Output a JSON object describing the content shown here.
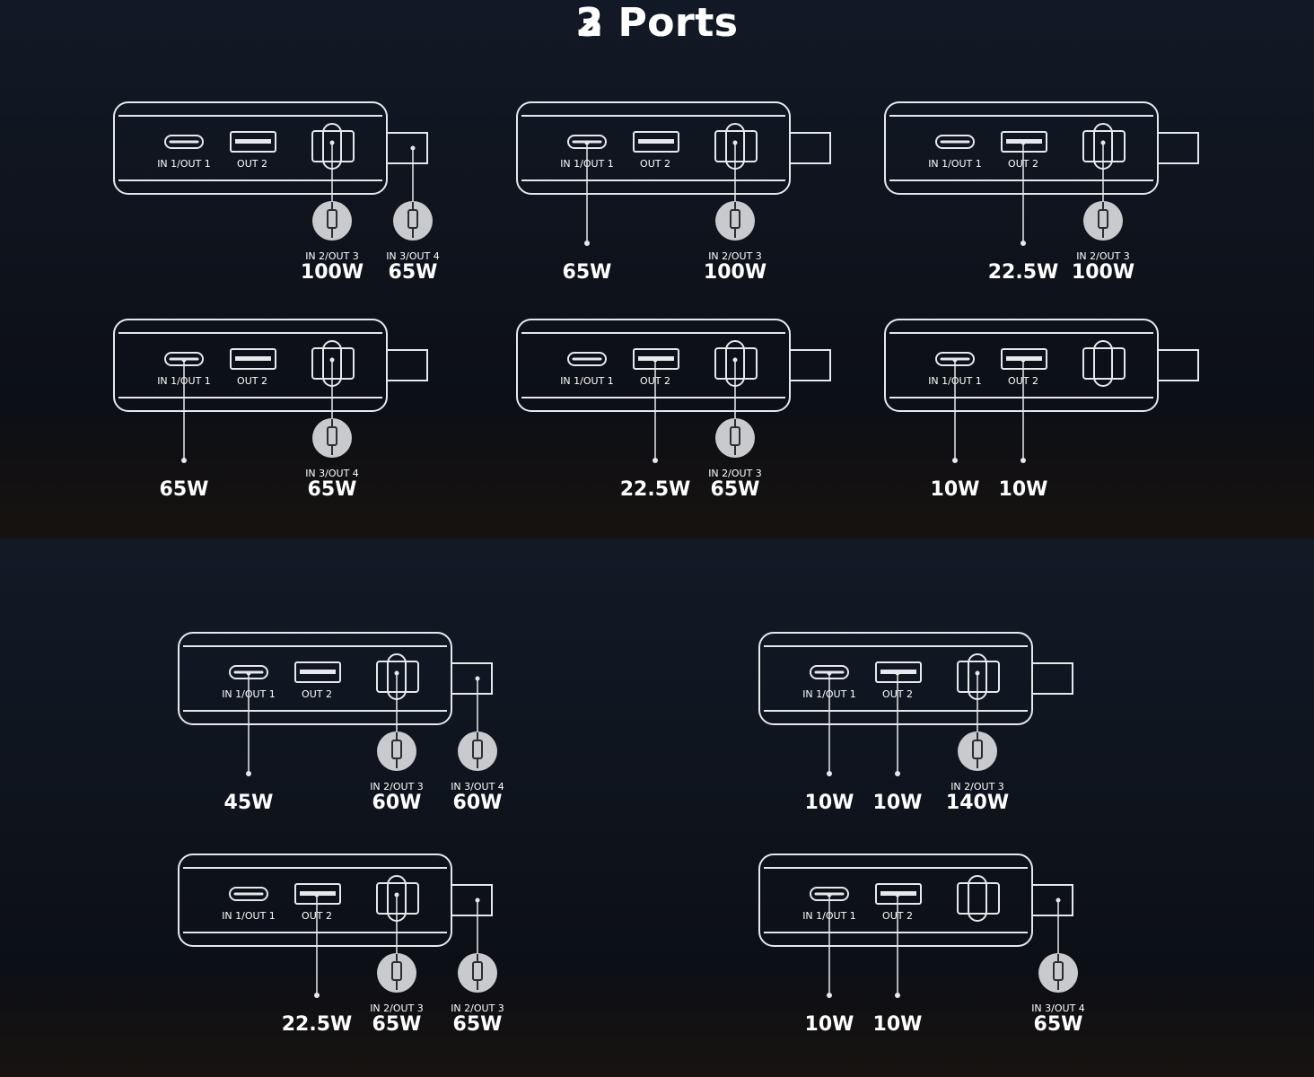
{
  "sections": [
    {
      "title": "2 Ports"
    },
    {
      "title": "3 Ports"
    }
  ],
  "labels": {
    "usbc": "IN 1/OUT 1",
    "usba": "OUT 2"
  },
  "devices": [
    {
      "id": "2p-1",
      "ports": [
        {
          "port": "in2-out3",
          "label": "IN 2/OUT 3",
          "watt": "100W",
          "connector": "usb-c-plug-icon"
        },
        {
          "port": "in3-out4",
          "label": "IN 3/OUT 4",
          "watt": "65W",
          "connector": "usb-c-plug-icon"
        }
      ]
    },
    {
      "id": "2p-2",
      "ports": [
        {
          "port": "usbc",
          "label": "",
          "watt": "65W",
          "connector": "dot"
        },
        {
          "port": "in2-out3",
          "label": "IN 2/OUT 3",
          "watt": "100W",
          "connector": "usb-c-plug-icon"
        }
      ]
    },
    {
      "id": "2p-3",
      "ports": [
        {
          "port": "usba",
          "label": "",
          "watt": "22.5W",
          "connector": "dot"
        },
        {
          "port": "in2-out3",
          "label": "IN 2/OUT 3",
          "watt": "100W",
          "connector": "usb-c-plug-icon"
        }
      ]
    },
    {
      "id": "2p-4",
      "ports": [
        {
          "port": "usbc",
          "label": "",
          "watt": "65W",
          "connector": "dot"
        },
        {
          "port": "in2-out3",
          "label": "IN 3/OUT 4",
          "watt": "65W",
          "connector": "usb-c-plug-icon"
        }
      ]
    },
    {
      "id": "2p-5",
      "ports": [
        {
          "port": "usba",
          "label": "",
          "watt": "22.5W",
          "connector": "dot"
        },
        {
          "port": "in2-out3",
          "label": "IN 2/OUT 3",
          "watt": "65W",
          "connector": "usb-c-plug-icon"
        }
      ]
    },
    {
      "id": "2p-6",
      "ports": [
        {
          "port": "usbc",
          "label": "",
          "watt": "10W",
          "connector": "dot"
        },
        {
          "port": "usba",
          "label": "",
          "watt": "10W",
          "connector": "dot"
        }
      ]
    },
    {
      "id": "3p-1",
      "ports": [
        {
          "port": "usbc",
          "label": "",
          "watt": "45W",
          "connector": "dot"
        },
        {
          "port": "in2-out3",
          "label": "IN 2/OUT 3",
          "watt": "60W",
          "connector": "usb-c-plug-icon"
        },
        {
          "port": "in3-out4",
          "label": "IN 3/OUT 4",
          "watt": "60W",
          "connector": "usb-c-plug-icon"
        }
      ]
    },
    {
      "id": "3p-2",
      "ports": [
        {
          "port": "usbc",
          "label": "",
          "watt": "10W",
          "connector": "dot"
        },
        {
          "port": "usba",
          "label": "",
          "watt": "10W",
          "connector": "dot"
        },
        {
          "port": "in2-out3",
          "label": "IN 2/OUT 3",
          "watt": "140W",
          "connector": "usb-c-plug-icon"
        }
      ]
    },
    {
      "id": "3p-3",
      "ports": [
        {
          "port": "usba",
          "label": "",
          "watt": "22.5W",
          "connector": "dot"
        },
        {
          "port": "in2-out3",
          "label": "IN 2/OUT 3",
          "watt": "65W",
          "connector": "usb-c-plug-icon"
        },
        {
          "port": "in3-out4",
          "label": "IN 2/OUT 3",
          "watt": "65W",
          "connector": "usb-c-plug-icon"
        }
      ]
    },
    {
      "id": "3p-4",
      "ports": [
        {
          "port": "usbc",
          "label": "",
          "watt": "10W",
          "connector": "dot"
        },
        {
          "port": "usba",
          "label": "",
          "watt": "10W",
          "connector": "dot"
        },
        {
          "port": "in3-out4",
          "label": "IN 3/OUT 4",
          "watt": "65W",
          "connector": "usb-c-plug-icon"
        }
      ]
    }
  ],
  "colors": {
    "stroke": "#e6e8ec",
    "plug_fill": "#c9cacd",
    "plug_icon": "#2a2d33"
  }
}
